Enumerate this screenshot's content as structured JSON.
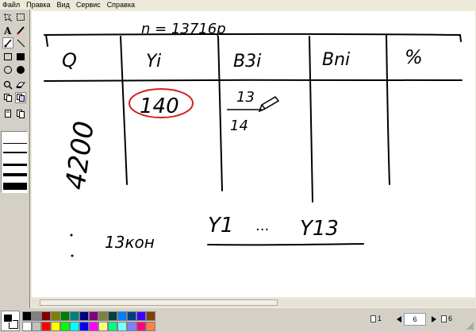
{
  "menu": [
    "Файл",
    "Правка",
    "Вид",
    "Сервис",
    "Справка"
  ],
  "tools": [
    "select-free-icon",
    "select-rect-icon",
    "text-icon",
    "pencil-icon",
    "brush-icon",
    "line-icon",
    "rect-outline-icon",
    "rect-filled-icon",
    "ellipse-outline-icon",
    "ellipse-filled-icon",
    "magnifier-icon",
    "eraser-icon",
    "copy-icon",
    "paste-icon",
    "page-icon",
    "pages-icon"
  ],
  "drawing": {
    "formula": "n = 13716p",
    "headers": [
      "Q",
      "Yi",
      "B3i",
      "Bni",
      "%"
    ],
    "row_value": "4200",
    "circled_value": "140",
    "fraction_numerator": "13",
    "fraction_denominator": "14",
    "bottom_left": "13кон",
    "sequence_start": "Y1",
    "sequence_dots": "...",
    "sequence_end": "Y13"
  },
  "palette_colors": [
    "#000000",
    "#808080",
    "#800000",
    "#808000",
    "#008000",
    "#008080",
    "#000080",
    "#800080",
    "#808040",
    "#004040",
    "#0080ff",
    "#004080",
    "#4000ff",
    "#804000",
    "#ffffff",
    "#c0c0c0",
    "#ff0000",
    "#ffff00",
    "#00ff00",
    "#00ffff",
    "#0000ff",
    "#ff00ff",
    "#ffff80",
    "#00ff80",
    "#80ffff",
    "#8080ff",
    "#ff0080",
    "#ff8040"
  ],
  "pager": {
    "first_page": "1",
    "current_page": "6",
    "last_page": "6"
  }
}
